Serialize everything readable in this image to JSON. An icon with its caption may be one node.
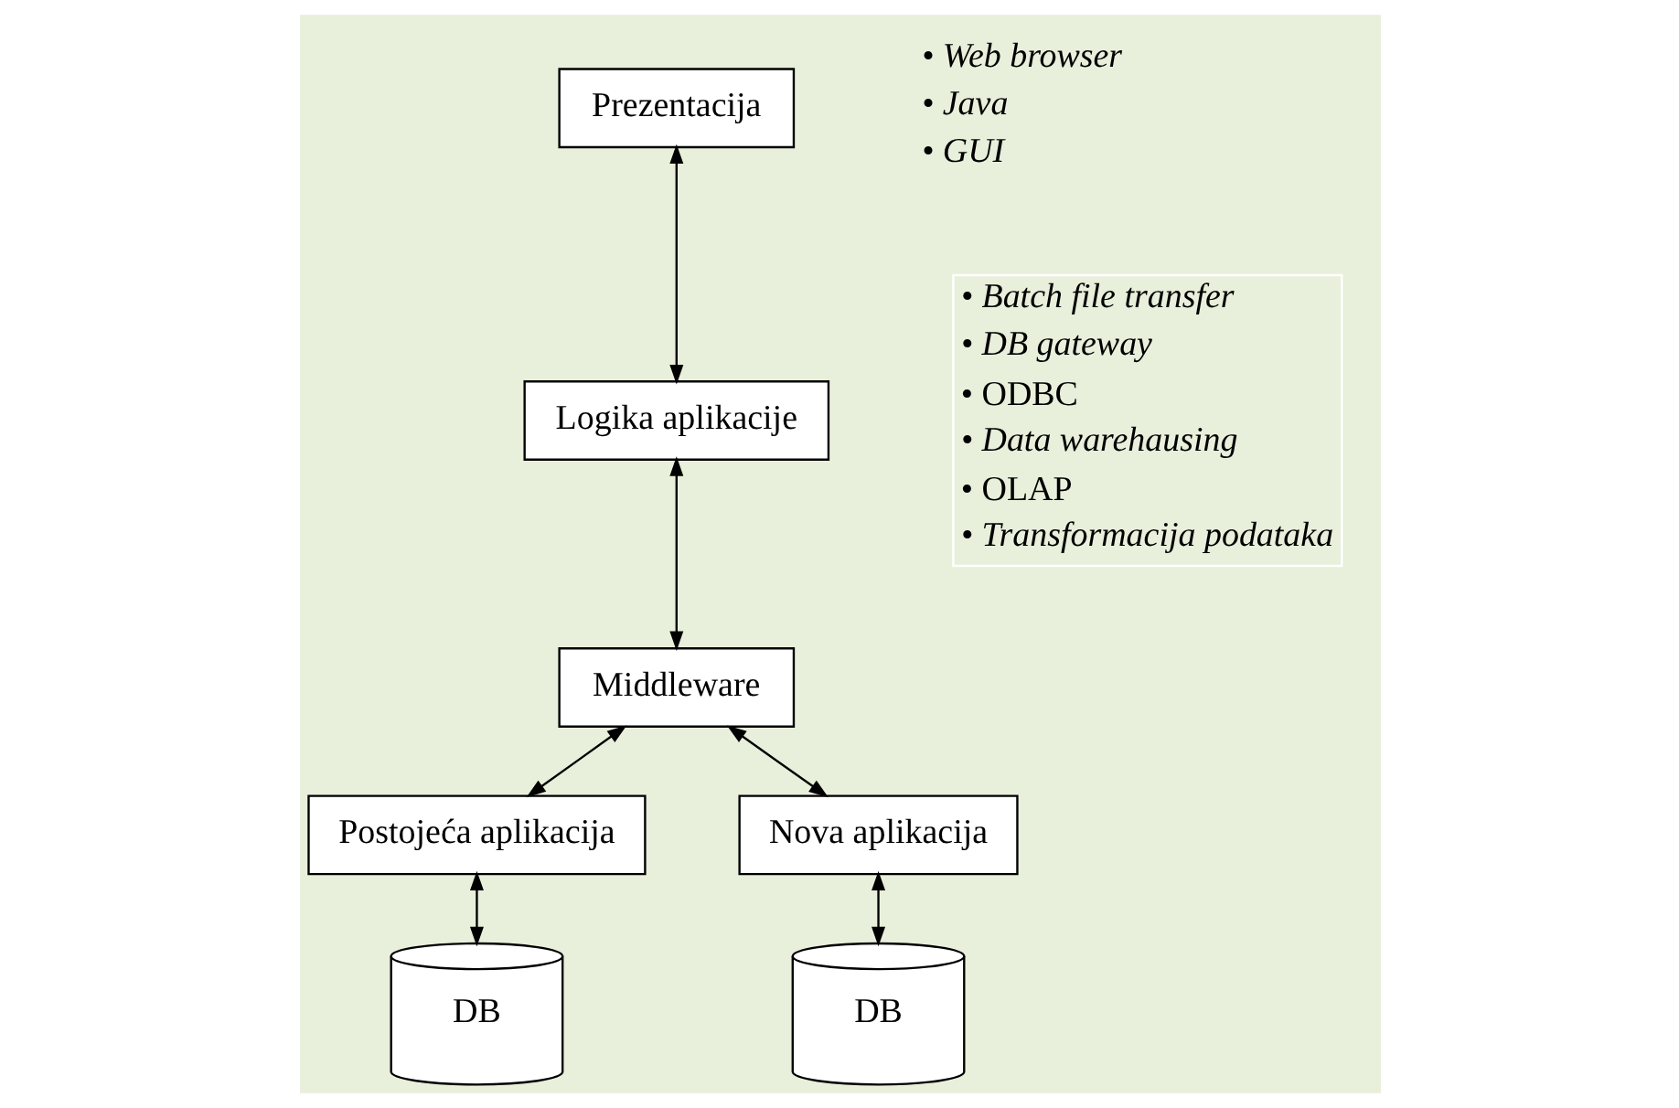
{
  "diagram": {
    "nodes": [
      {
        "text": [
          "Prezentacija"
        ]
      },
      {
        "text": [
          "Logika aplikacije"
        ]
      },
      {
        "text": [
          "Middleware"
        ]
      },
      {
        "text": [
          "Postojeća aplikacija"
        ]
      },
      {
        "text": [
          "Nova aplikacija"
        ]
      },
      {
        "text": [
          "DB"
        ]
      },
      {
        "text": [
          "DB"
        ]
      }
    ],
    "edges": [
      {
        "from": 0,
        "to": 1,
        "arrow": "both"
      },
      {
        "from": 1,
        "to": 2,
        "arrow": "both"
      },
      {
        "from": 3,
        "to": 2,
        "arrow": "both"
      },
      {
        "from": 4,
        "to": 2,
        "arrow": "both"
      },
      {
        "from": 3,
        "to": 5,
        "arrow": "both"
      },
      {
        "from": 4,
        "to": 6,
        "arrow": "both"
      }
    ],
    "labels": [
      "• Web browser",
      "• Java",
      "• GUI",
      "• Batch file transfer",
      "• DB gateway",
      "• ODBC",
      "• Data warehausing",
      "• OLAP",
      "• Transformacija podataka"
    ]
  }
}
